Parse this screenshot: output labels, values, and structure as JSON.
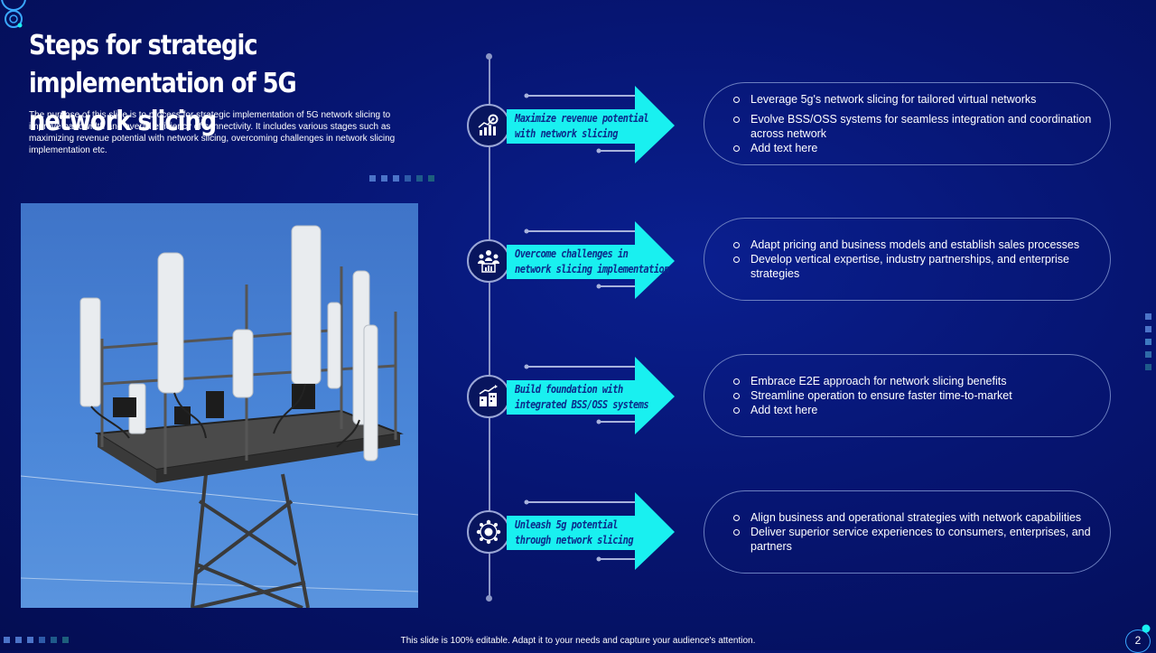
{
  "title": "Steps for strategic implementation of 5G network slicing",
  "description": "The purpose of this slide is to process for strategic implementation of 5G network slicing to improve bandwidth and overall efficiency of connectivity. It includes various stages such as maximizing revenue potential with network slicing, overcoming challenges in network slicing implementation etc.",
  "colors": {
    "background": "#061572",
    "arrow": "#19f0f0",
    "arrow_text": "#0b2a8a",
    "card_border": "#6c7fc0",
    "timeline": "#8b96c6"
  },
  "steps": [
    {
      "icon": "rising-chart-gear-icon",
      "label_line1": "Maximize revenue potential",
      "label_line2": "with network slicing",
      "bullets": [
        "Leverage  5g's network slicing for tailored virtual  networks",
        "Evolve  BSS/OSS systems for seamless integration and coordination  across network",
        "Add text here"
      ]
    },
    {
      "icon": "team-presentation-icon",
      "label_line1": "Overcome challenges in",
      "label_line2": "network slicing implementation",
      "bullets": [
        "Adapt pricing and business models and establish sales processes",
        "Develop vertical expertise, industry partnerships, and enterprise strategies"
      ]
    },
    {
      "icon": "building-growth-icon",
      "label_line1": "Build foundation with",
      "label_line2": "integrated BSS/OSS systems",
      "bullets": [
        "Embrace E2E approach for network slicing benefits",
        "Streamline operation to ensure faster time-to-market",
        "Add text here"
      ]
    },
    {
      "icon": "network-hub-icon",
      "label_line1": "Unleash 5g potential",
      "label_line2": "through network slicing",
      "bullets": [
        "Align business and operational strategies with network capabilities",
        "Deliver  superior  service  experiences to consumers, enterprises,  and  partners"
      ]
    }
  ],
  "footer": "This slide is 100% editable.  Adapt it to your needs and capture your audience's attention.",
  "page_number": "2"
}
